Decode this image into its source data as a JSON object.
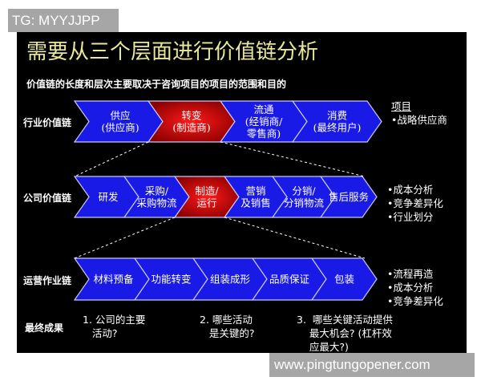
{
  "watermark_top": "TG: MYYJJPP",
  "watermark_bottom": "www.pingtungopener.com",
  "title": "需要从三个层面进行价值链分析",
  "subtitle": "价值链的长度和层次主要取决于咨询项目的项目的范围和目的",
  "colors": {
    "background": "#000000",
    "chevron_blue": "#1a1ae6",
    "chevron_red": "#d40000",
    "title": "#e8e89a",
    "outline": "#c8c8ff"
  },
  "rows": [
    {
      "label": "行业价值链",
      "segments": [
        {
          "lines": [
            "供应",
            "(供应商)"
          ],
          "highlight": false
        },
        {
          "lines": [
            "转变",
            "(制造商)"
          ],
          "highlight": true
        },
        {
          "lines": [
            "流通",
            "(经销商/",
            "零售商)"
          ],
          "highlight": false
        },
        {
          "lines": [
            "消费",
            "(最终用户)"
          ],
          "highlight": false
        }
      ],
      "notes_title": "项目",
      "notes": [
        "•战略供应商"
      ]
    },
    {
      "label": "公司价值链",
      "segments": [
        {
          "lines": [
            "研发"
          ],
          "highlight": false
        },
        {
          "lines": [
            "采购/",
            "采购物流"
          ],
          "highlight": false
        },
        {
          "lines": [
            "制造/",
            "运行"
          ],
          "highlight": true
        },
        {
          "lines": [
            "营销",
            "及销售"
          ],
          "highlight": false
        },
        {
          "lines": [
            "分销/",
            "分销物流"
          ],
          "highlight": false
        },
        {
          "lines": [
            "售后服务"
          ],
          "highlight": false
        }
      ],
      "notes": [
        "•成本分析",
        "•竞争差异化",
        "•行业划分"
      ]
    },
    {
      "label": "运营作业链",
      "segments": [
        {
          "lines": [
            "材料预备"
          ],
          "highlight": false
        },
        {
          "lines": [
            "功能转变"
          ],
          "highlight": false
        },
        {
          "lines": [
            "组装成形"
          ],
          "highlight": false
        },
        {
          "lines": [
            "品质保证"
          ],
          "highlight": false
        },
        {
          "lines": [
            "包装"
          ],
          "highlight": false
        }
      ],
      "notes": [
        "•流程再造",
        "•成本分析",
        "•竞争差异化"
      ]
    }
  ],
  "outcomes": {
    "label": "最终成果",
    "items": [
      "1. 公司的主要\n   活动?",
      "2. 哪些活动\n   是关键的?",
      "3.  哪些关键活动提供\n    最大机会? (杠杆效\n    应最大?)"
    ]
  }
}
